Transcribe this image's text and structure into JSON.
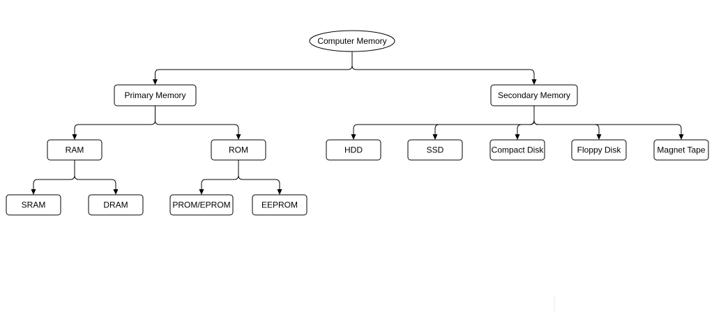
{
  "diagram": {
    "root": {
      "id": "computer-memory",
      "label": "Computer Memory",
      "shape": "ellipse"
    },
    "nodes": [
      {
        "id": "primary-memory",
        "label": "Primary Memory",
        "parent": "computer-memory"
      },
      {
        "id": "secondary-memory",
        "label": "Secondary Memory",
        "parent": "computer-memory"
      },
      {
        "id": "ram",
        "label": "RAM",
        "parent": "primary-memory"
      },
      {
        "id": "rom",
        "label": "ROM",
        "parent": "primary-memory"
      },
      {
        "id": "hdd",
        "label": "HDD",
        "parent": "secondary-memory"
      },
      {
        "id": "ssd",
        "label": "SSD",
        "parent": "secondary-memory"
      },
      {
        "id": "compact-disk",
        "label": "Compact Disk",
        "parent": "secondary-memory"
      },
      {
        "id": "floppy-disk",
        "label": "Floppy Disk",
        "parent": "secondary-memory"
      },
      {
        "id": "magnet-tape",
        "label": "Magnet Tape",
        "parent": "secondary-memory"
      },
      {
        "id": "sram",
        "label": "SRAM",
        "parent": "ram"
      },
      {
        "id": "dram",
        "label": "DRAM",
        "parent": "ram"
      },
      {
        "id": "prom-eprom",
        "label": "PROM/EPROM",
        "parent": "rom"
      },
      {
        "id": "eeprom",
        "label": "EEPROM",
        "parent": "rom"
      }
    ],
    "colors": {
      "background": "#ffffff",
      "stroke": "#000000",
      "text": "#000000"
    }
  }
}
